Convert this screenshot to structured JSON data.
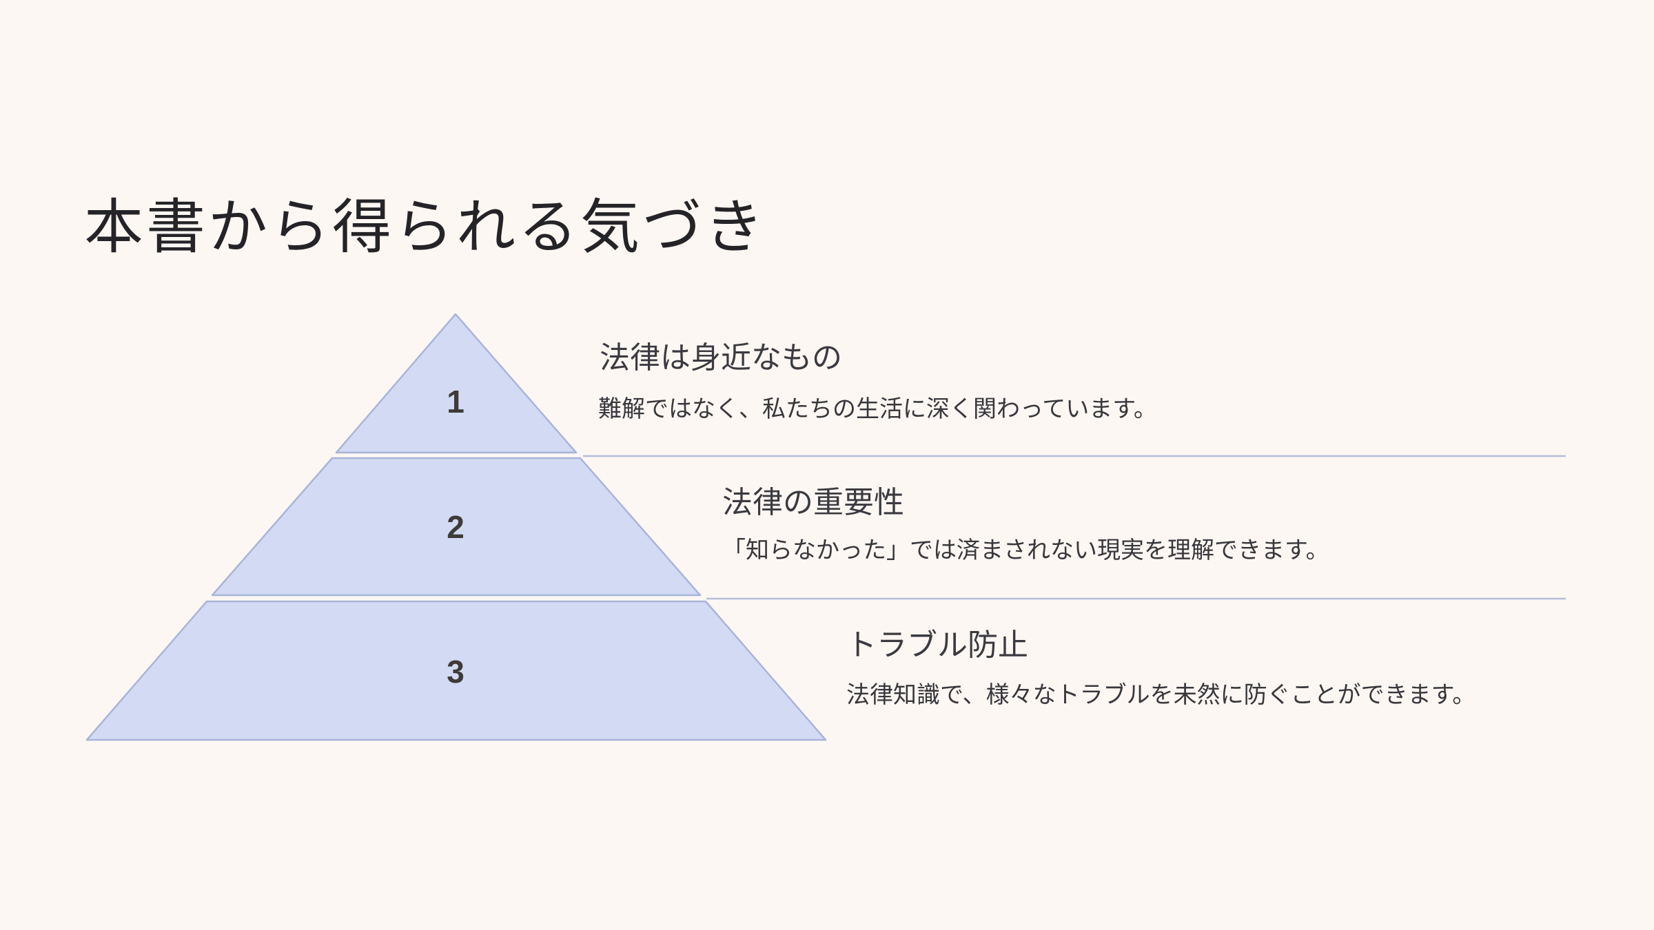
{
  "slide": {
    "title": "本書から得られる気づき",
    "colors": {
      "background": "#fcf7f3",
      "pyramid_fill": "#d3daf3",
      "pyramid_stroke": "#a9b4da",
      "divider_line": "#b3bed8",
      "title_text": "#242428",
      "heading_text": "#3a3a40",
      "body_text": "#37373c",
      "number_text": "#3e3a37"
    },
    "pyramid": {
      "levels": [
        {
          "number": "1",
          "heading": "法律は身近なもの",
          "body": "難解ではなく、私たちの生活に深く関わっています。"
        },
        {
          "number": "2",
          "heading": "法律の重要性",
          "body": "「知らなかった」では済まされない現実を理解できます。"
        },
        {
          "number": "3",
          "heading": "トラブル防止",
          "body": "法律知識で、様々なトラブルを未然に防ぐことができます。"
        }
      ]
    }
  }
}
